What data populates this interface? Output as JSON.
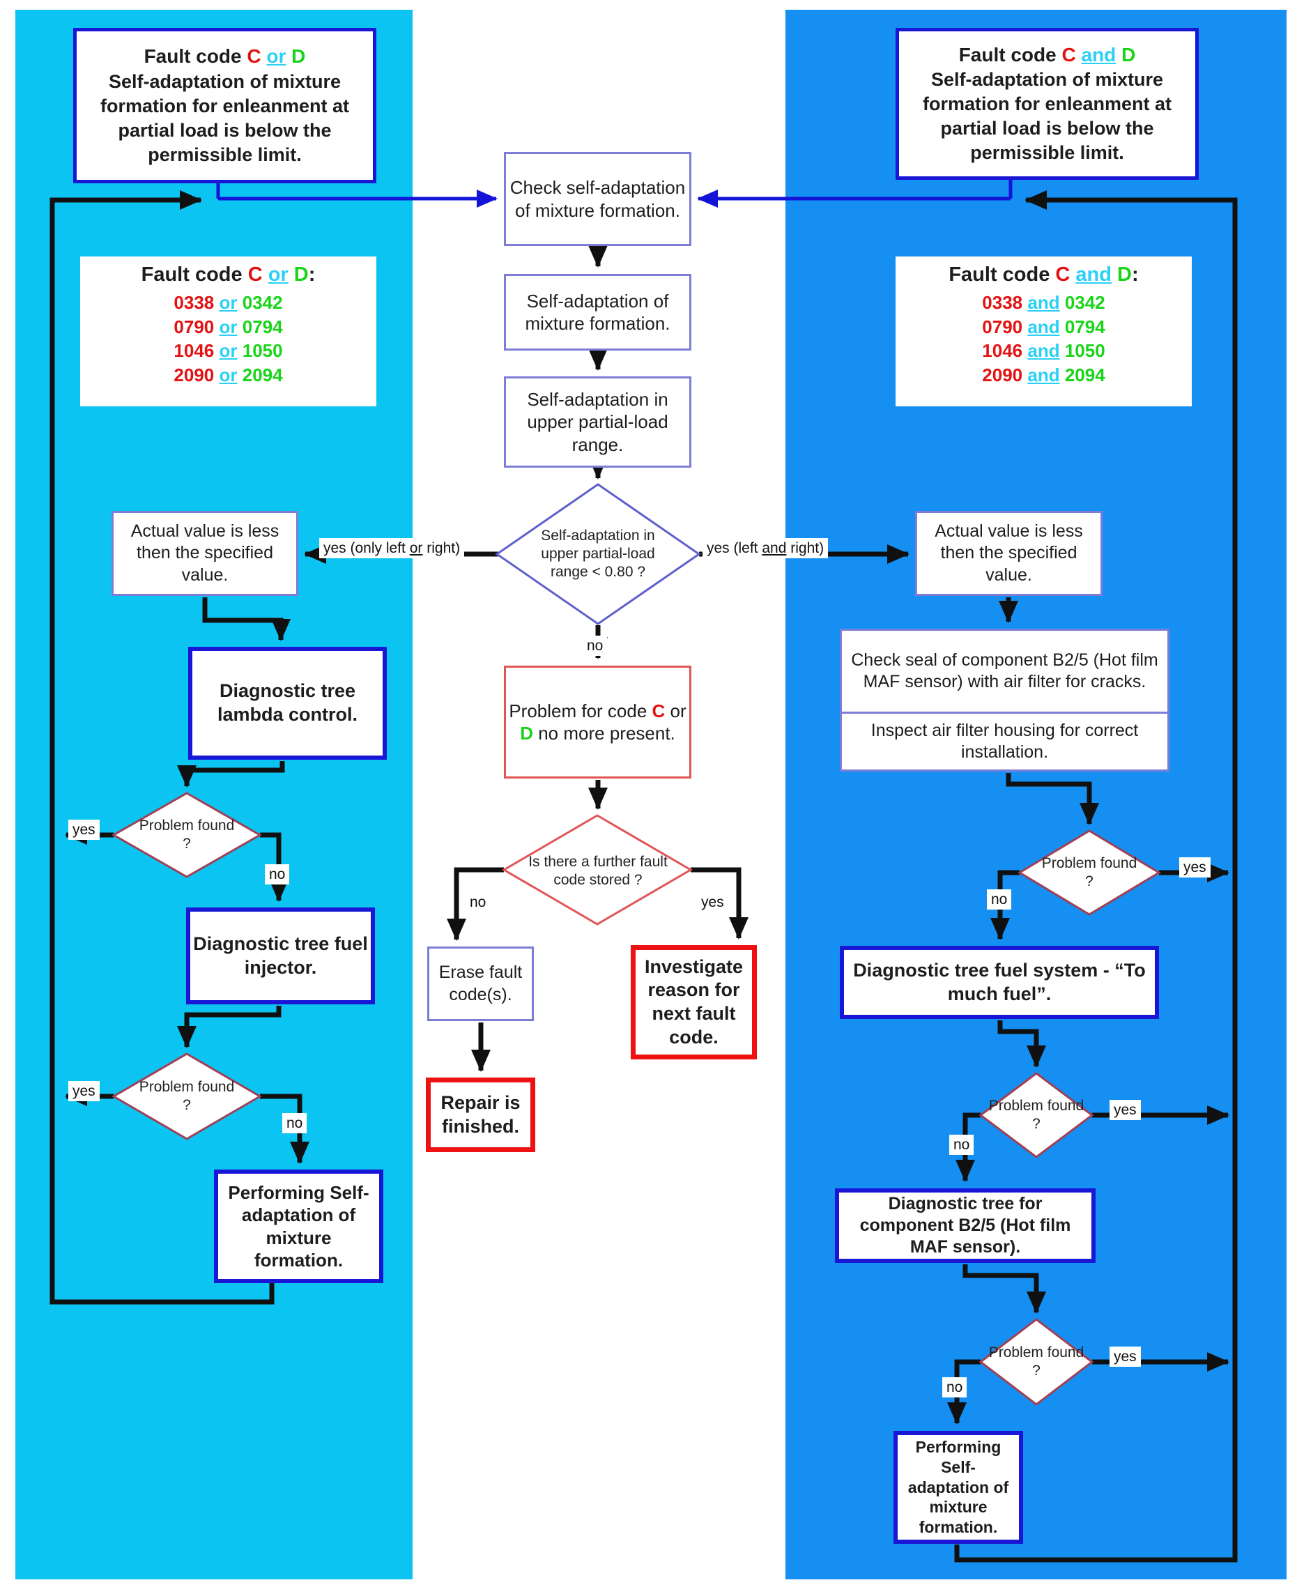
{
  "colors": {
    "left_panel": "#0cc4f2",
    "right_panel": "#1590f2",
    "navy_border": "#1a16d6",
    "thin_border": "#7d7dd8",
    "red_border": "#ee1111",
    "diamond_red": "#a04055",
    "code_red": "#e31212",
    "code_green": "#19d419",
    "conj_cyan": "#2bd0f5",
    "line_black": "#101010",
    "line_blue": "#1414d8"
  },
  "labels": {
    "yes": "yes",
    "no": "no"
  },
  "top_left_box": {
    "title_prefix": "Fault code",
    "c": "C",
    "conj": "or",
    "d": "D",
    "body": "Self-adaptation of mixture formation for enleanment at partial load is below the permissible limit."
  },
  "top_right_box": {
    "title_prefix": "Fault code",
    "c": "C",
    "conj": "and",
    "d": "D",
    "body": "Self-adaptation of mixture formation for enleanment at partial load is below the permissible limit."
  },
  "left_codes": {
    "title_prefix": "Fault code",
    "c": "C",
    "conj": "or",
    "d": "D",
    "suffix": ":",
    "rows": [
      {
        "c": "0338",
        "conj": "or",
        "d": "0342"
      },
      {
        "c": "0790",
        "conj": "or",
        "d": "0794"
      },
      {
        "c": "1046",
        "conj": "or",
        "d": "1050"
      },
      {
        "c": "2090",
        "conj": "or",
        "d": "2094"
      }
    ]
  },
  "right_codes": {
    "title_prefix": "Fault code",
    "c": "C",
    "conj": "and",
    "d": "D",
    "suffix": ":",
    "rows": [
      {
        "c": "0338",
        "conj": "and",
        "d": "0342"
      },
      {
        "c": "0790",
        "conj": "and",
        "d": "0794"
      },
      {
        "c": "1046",
        "conj": "and",
        "d": "1050"
      },
      {
        "c": "2090",
        "conj": "and",
        "d": "2094"
      }
    ]
  },
  "center": {
    "check": "Check self-adaptation of mixture formation.",
    "self_adaptation": "Self-adaptation of mixture formation.",
    "upper_range": "Self-adaptation in upper partial-load range.",
    "decision": "Self-adaptation in upper partial-load range < 0.80 ?",
    "problem_pre": "Problem for code",
    "problem_c": "C",
    "problem_mid": "or",
    "problem_d": "D",
    "problem_post": "no more present.",
    "further": "Is there a further fault code stored ?",
    "erase": "Erase fault code(s).",
    "repair": "Repair is finished.",
    "investigate": "Investigate reason for next fault code."
  },
  "left_branch": {
    "yes_pre": "yes (only left",
    "yes_u": "or",
    "yes_post": "right)",
    "actual": "Actual value is less then the specified value.",
    "lambda": "Diagnostic tree lambda control.",
    "problem_found": "Problem found ?",
    "injector": "Diagnostic tree fuel injector.",
    "performing": "Performing Self-adaptation of mixture formation."
  },
  "right_branch": {
    "yes_pre": "yes (left",
    "yes_u": "and",
    "yes_post": "right)",
    "actual": "Actual value is less then the specified value.",
    "check_seal": "Check seal of component B2/5 (Hot film MAF sensor) with air filter for cracks.",
    "inspect": "Inspect air filter housing for correct installation.",
    "problem_found": "Problem found ?",
    "fuel_system": "Diagnostic tree fuel system - “To much fuel”.",
    "b25": "Diagnostic tree for component B2/5 (Hot film MAF sensor).",
    "performing": "Performing Self-adaptation of mixture formation."
  }
}
